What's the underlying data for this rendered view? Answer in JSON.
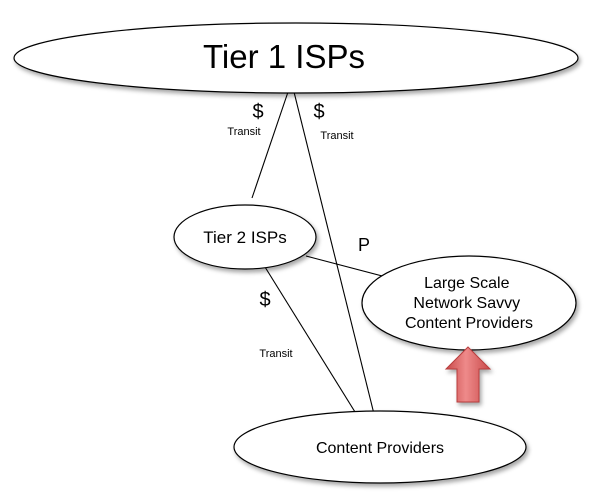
{
  "nodes": {
    "tier1": {
      "label": "Tier 1 ISPs"
    },
    "tier2": {
      "label": "Tier 2 ISPs"
    },
    "large_cp": {
      "lines": [
        "Large Scale",
        "Network Savvy",
        "Content Providers"
      ]
    },
    "content": {
      "label": "Content Providers"
    }
  },
  "edges": {
    "tier1_tier2": {
      "symbol": "$",
      "label": "Transit"
    },
    "tier1_content": {
      "symbol": "$",
      "label": "Transit"
    },
    "tier2_large": {
      "symbol": "P"
    },
    "tier2_content": {
      "symbol": "$",
      "label": "Transit"
    }
  },
  "colors": {
    "arrow_fill": "#e06a6a",
    "arrow_stroke": "#b83c3c"
  }
}
